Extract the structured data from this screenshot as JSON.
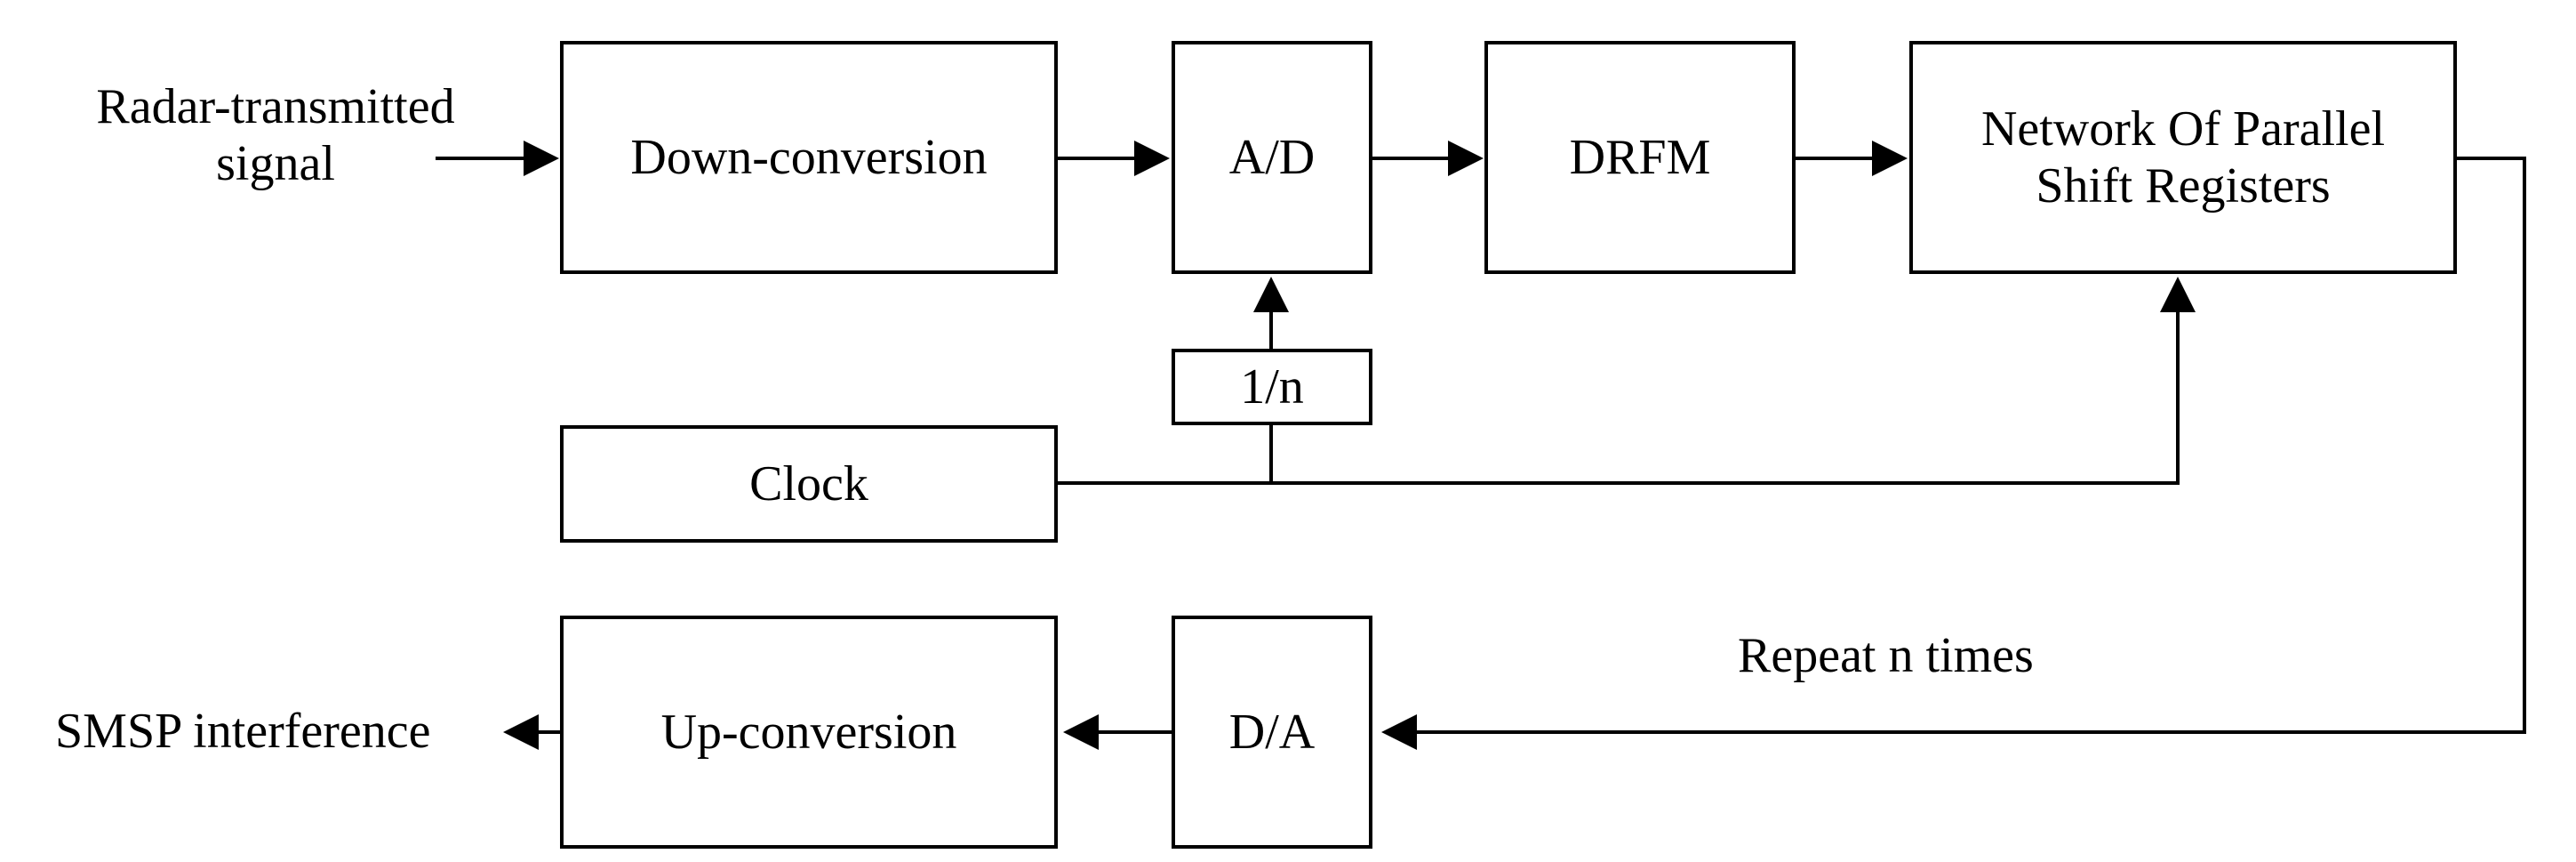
{
  "diagram": {
    "input_label": "Radar-transmitted signal",
    "output_label": "SMSP interference",
    "repeat_label": "Repeat n times",
    "blocks": {
      "down_conversion": "Down-conversion",
      "ad": "A/D",
      "drfm": "DRFM",
      "network": "Network Of Parallel Shift Registers",
      "divider": "1/n",
      "clock": "Clock",
      "up_conversion": "Up-conversion",
      "da": "D/A"
    }
  }
}
